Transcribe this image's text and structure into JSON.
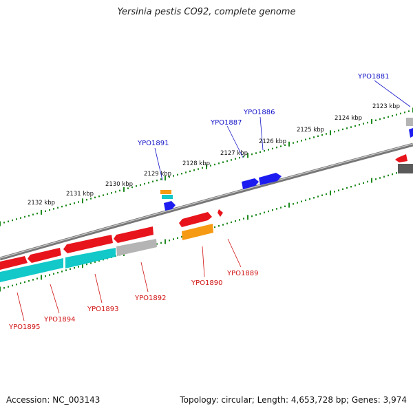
{
  "header": {
    "title": "Yersinia pestis CO92, complete genome"
  },
  "footer": {
    "accession": "Accession: NC_003143",
    "summary": "Topology: circular; Length: 4,653,728 bp; Genes: 3,974"
  },
  "colors": {
    "backbone": "#7d7d7d",
    "ruler": "#1f8a1f",
    "forward_label": "#1010c8",
    "reverse_label": "#d01010",
    "tick_label": "#111111",
    "features": {
      "red": "#e8141c",
      "cyan": "#12c8c8",
      "orange": "#f59a12",
      "gray": "#b4b4b4",
      "darkgray": "#5a5a5a",
      "blue": "#1c1cf0"
    }
  },
  "ruler_labels": [
    {
      "text": "2132 kbp"
    },
    {
      "text": "2131 kbp"
    },
    {
      "text": "2130 kbp"
    },
    {
      "text": "2129 kbp"
    },
    {
      "text": "2128 kbp"
    },
    {
      "text": "2127 kbp"
    },
    {
      "text": "2126 kbp"
    },
    {
      "text": "2125 kbp"
    },
    {
      "text": "2124 kbp"
    },
    {
      "text": "2123 kbp"
    }
  ],
  "forward_genes": [
    {
      "label": "YPO1891"
    },
    {
      "label": "YPO1887"
    },
    {
      "label": "YPO1886"
    },
    {
      "label": "YPO1881"
    }
  ],
  "reverse_genes": [
    {
      "label": "YPO1895"
    },
    {
      "label": "YPO1894"
    },
    {
      "label": "YPO1893"
    },
    {
      "label": "YPO1892"
    },
    {
      "label": "YPO1890"
    },
    {
      "label": "YPO1889"
    }
  ]
}
